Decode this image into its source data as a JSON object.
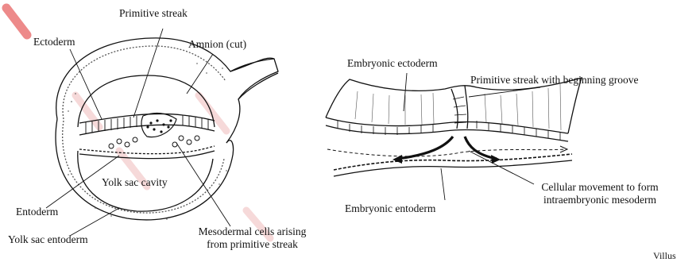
{
  "left_figure": {
    "labels": {
      "primitive_streak": "Primitive streak",
      "ectoderm": "Ectoderm",
      "amnion": "Amnion (cut)",
      "yolk_sac_cavity": "Yolk sac cavity",
      "entoderm": "Entoderm",
      "yolk_sac_entoderm": "Yolk sac entoderm",
      "mesodermal_cells_line1": "Mesodermal cells arising",
      "mesodermal_cells_line2": "from primitive streak"
    }
  },
  "right_figure": {
    "labels": {
      "embryonic_ectoderm": "Embryonic ectoderm",
      "primitive_streak_groove": "Primitive streak with beginning groove",
      "cellular_movement_line1": "Cellular movement to form",
      "cellular_movement_line2": "intraembryonic mesoderm",
      "embryonic_entoderm": "Embryonic entoderm"
    }
  },
  "corner_label": "Villus",
  "colors": {
    "ink": "#111111",
    "stipple": "#555555",
    "watermark": "#e03a3a"
  }
}
